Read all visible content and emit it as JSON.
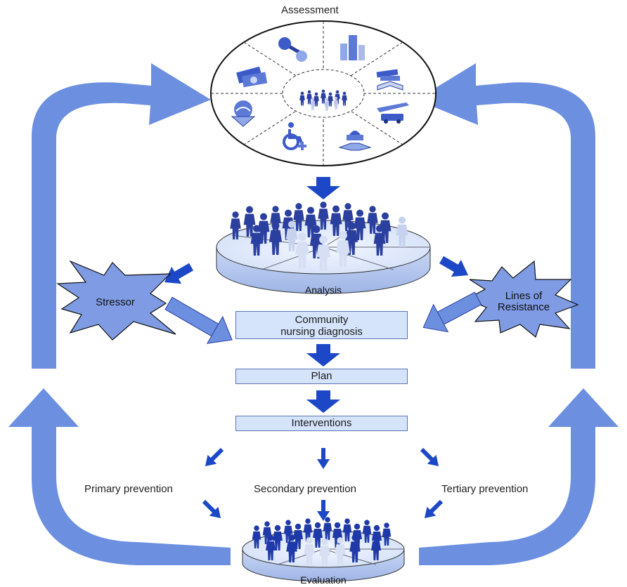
{
  "labels": {
    "assessment": "Assessment",
    "analysis": "Analysis",
    "stressor": "Stressor",
    "lines_of_resistance_line1": "Lines of",
    "lines_of_resistance_line2": "Resistance",
    "diagnosis_line1": "Community",
    "diagnosis_line2": "nursing diagnosis",
    "plan": "Plan",
    "interventions": "Interventions",
    "primary_prevention": "Primary prevention",
    "secondary_prevention": "Secondary prevention",
    "tertiary_prevention": "Tertiary prevention",
    "evaluation": "Evaluation"
  },
  "assessment_icons": [
    "recreation-icon",
    "city-buildings-icon",
    "books-education-icon",
    "transportation-icon",
    "government-handshake-icon",
    "wheelchair-health-icon",
    "communication-phone-icon",
    "money-economics-icon"
  ],
  "colors": {
    "arrow_blue": "#6d8fe0",
    "dark_blue": "#1c48c8",
    "box_fill": "#d5e4fb",
    "people_blue": "#2a3f9e"
  }
}
